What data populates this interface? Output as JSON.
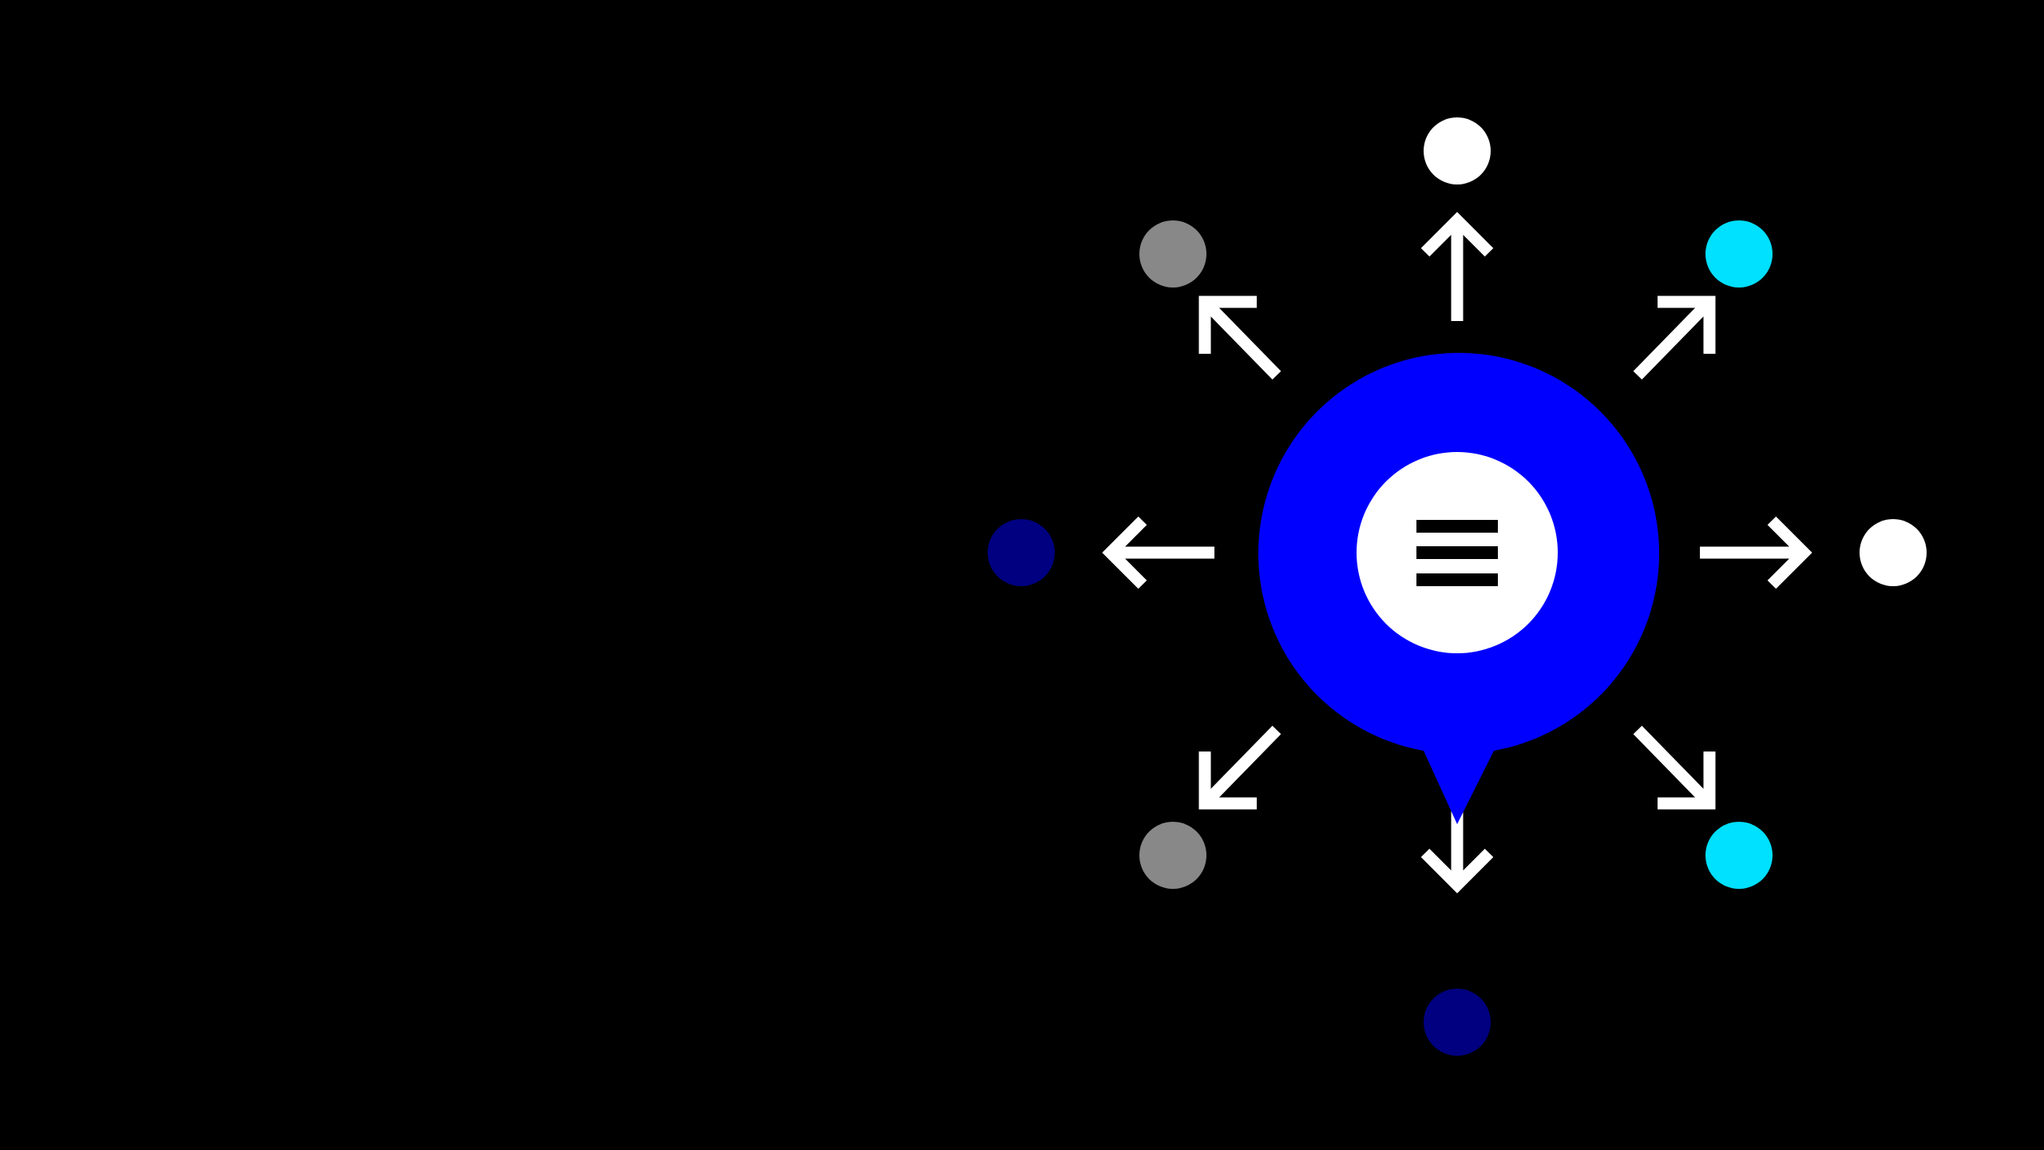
{
  "background_color": "#000000",
  "menu_button": {
    "icon": "hamburger-menu-icon",
    "bubble_color": "#0000ff",
    "inner_color": "#ffffff",
    "icon_color": "#000000"
  },
  "arrow_color": "#ffffff",
  "directions": [
    {
      "name": "up",
      "arrow_icon": "arrow-up-icon",
      "target_color": "#ffffff"
    },
    {
      "name": "up-right",
      "arrow_icon": "arrow-up-right-icon",
      "target_color": "#00e0ff"
    },
    {
      "name": "right",
      "arrow_icon": "arrow-right-icon",
      "target_color": "#ffffff"
    },
    {
      "name": "down-right",
      "arrow_icon": "arrow-down-right-icon",
      "target_color": "#00e0ff"
    },
    {
      "name": "down",
      "arrow_icon": "arrow-down-icon",
      "target_color": "#000080"
    },
    {
      "name": "down-left",
      "arrow_icon": "arrow-down-left-icon",
      "target_color": "#888888"
    },
    {
      "name": "left",
      "arrow_icon": "arrow-left-icon",
      "target_color": "#000080"
    },
    {
      "name": "up-left",
      "arrow_icon": "arrow-up-left-icon",
      "target_color": "#888888"
    }
  ]
}
